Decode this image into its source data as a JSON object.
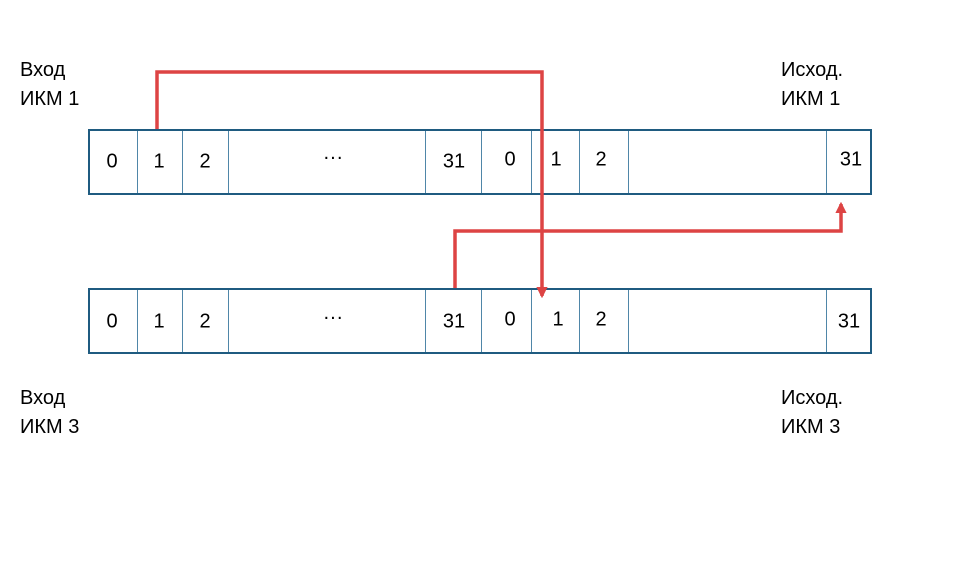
{
  "labels": {
    "input_1": [
      "Вход",
      "ИКМ 1"
    ],
    "output_1": [
      "Исход.",
      "ИКМ 1"
    ],
    "input_3": [
      "Вход",
      "ИКМ 3"
    ],
    "output_3": [
      "Исход.",
      "ИКМ 3"
    ]
  },
  "frames": [
    {
      "id": "ikm1",
      "slots": [
        "0",
        "1",
        "2",
        "···",
        "31",
        "0",
        "1",
        "2",
        "",
        "31"
      ]
    },
    {
      "id": "ikm3",
      "slots": [
        "0",
        "1",
        "2",
        "···",
        "31",
        "0",
        "1",
        "2",
        "",
        "31"
      ]
    }
  ],
  "connections": [
    {
      "from": "ikm1 input slot 1",
      "to": "ikm3 output slot 1"
    },
    {
      "from": "ikm3 input slot 31",
      "to": "ikm1 output slot 31"
    }
  ],
  "colors": {
    "frame_border": "#1f5b80",
    "cell_divider": "#4f86a8",
    "arrow": "#dd4444",
    "text": "#000000"
  }
}
